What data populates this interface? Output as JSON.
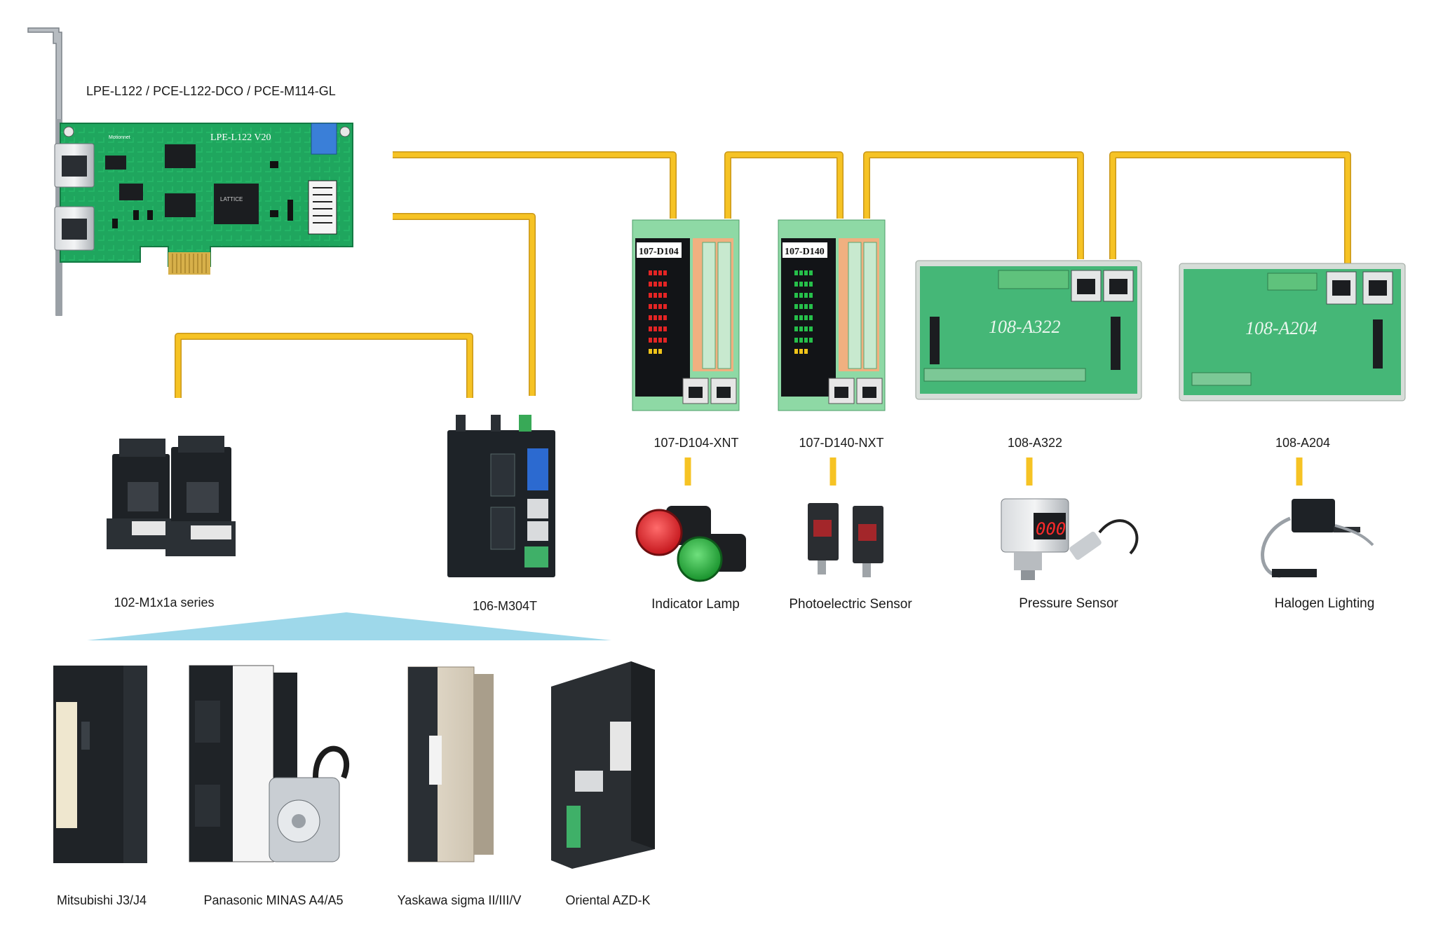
{
  "card": {
    "title": "LPE-L122 / PCE-L122-DCO / PCE-M114-GL",
    "silk_name": "LPE-L122 V20",
    "silk_brand": "Motionnet",
    "silk_chip": "LATTICE"
  },
  "modules": {
    "d104": {
      "label": "107-D104-XNT",
      "silk": "107-D104"
    },
    "d140": {
      "label": "107-D140-NXT",
      "silk": "107-D140"
    },
    "a322": {
      "label": "108-A322",
      "silk": "108-A322"
    },
    "a204": {
      "label": "108-A204",
      "silk": "108-A204"
    },
    "m1x1a": {
      "label": "102-M1x1a series"
    },
    "m304t": {
      "label": "106-M304T"
    }
  },
  "peripherals": {
    "lamp": "Indicator Lamp",
    "photo": "Photoelectric Sensor",
    "pressure": "Pressure Sensor",
    "pressure_display": "000",
    "halogen": "Halogen Lighting"
  },
  "drives": [
    {
      "label": "Mitsubishi J3/J4"
    },
    {
      "label": "Panasonic MINAS A4/A5"
    },
    {
      "label": "Yaskawa sigma II/III/V"
    },
    {
      "label": "Oriental AZD-K"
    }
  ],
  "colors": {
    "cable": "#f2c01f",
    "pcb": "#1fa65e",
    "module_green": "#3fb574",
    "bracket": "#9aa0a6",
    "triangle": "#9ed8ea",
    "device_dark": "#1e2328"
  }
}
